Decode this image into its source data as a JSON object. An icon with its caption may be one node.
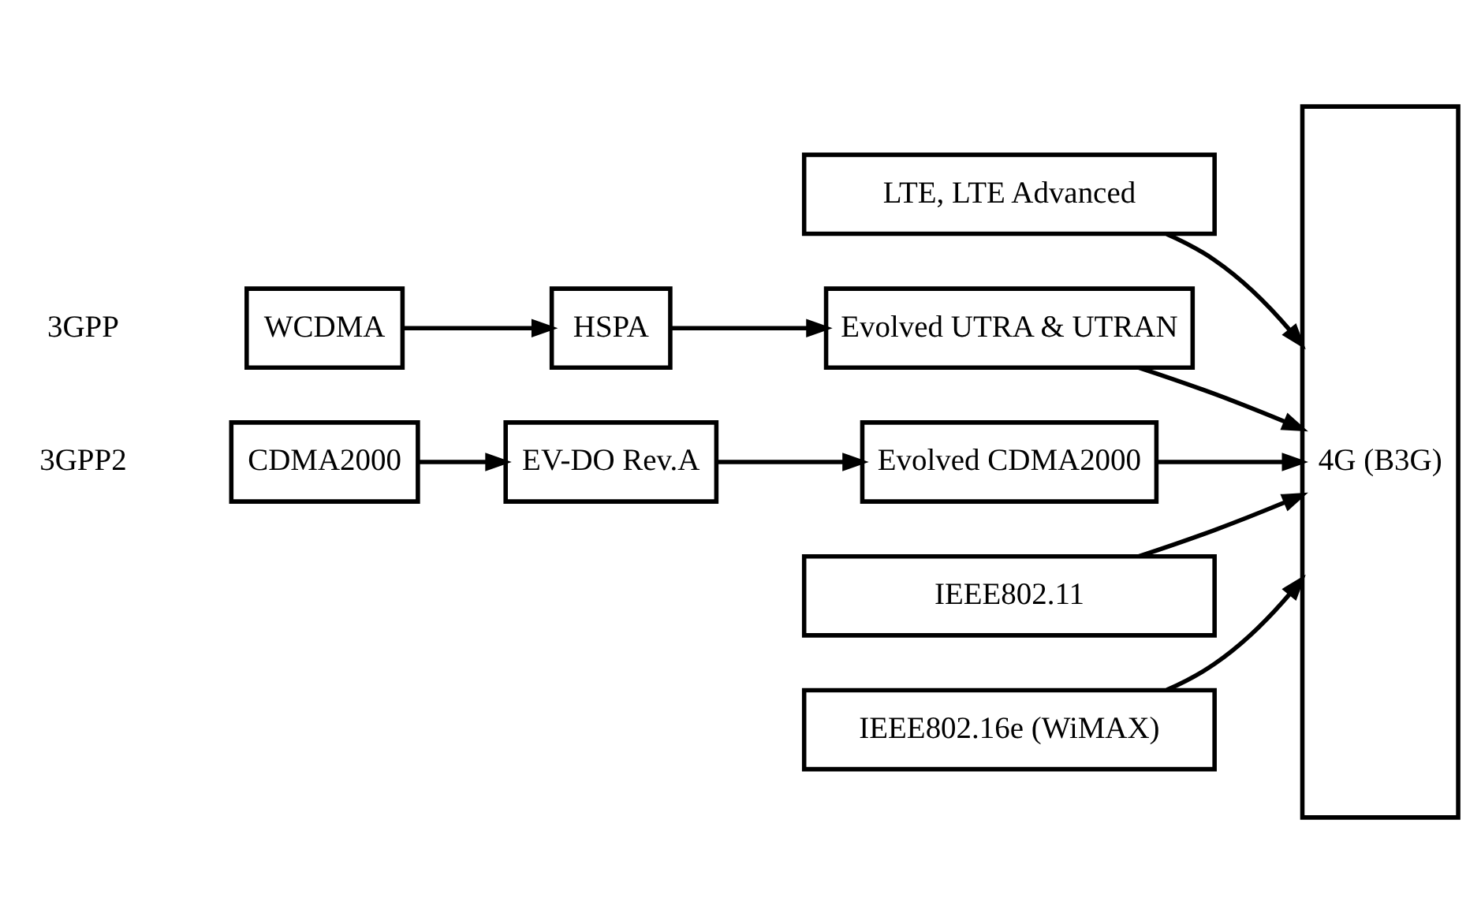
{
  "diagram": {
    "nodes": [
      {
        "text": [
          "LTE, LTE Advanced"
        ]
      },
      {
        "text": [
          "WCDMA"
        ]
      },
      {
        "text": [
          "HSPA"
        ]
      },
      {
        "text": [
          "Evolved UTRA & UTRAN"
        ]
      },
      {
        "text": [
          "CDMA2000"
        ]
      },
      {
        "text": [
          "EV-DO Rev.A"
        ]
      },
      {
        "text": [
          "Evolved CDMA2000"
        ]
      },
      {
        "text": [
          "IEEE802.11"
        ]
      },
      {
        "text": [
          "IEEE802.16e (WiMAX)"
        ]
      },
      {
        "text": [
          "4G (B3G)"
        ]
      }
    ],
    "edges": [
      {
        "from": 1,
        "to": 2,
        "arrow": "to"
      },
      {
        "from": 2,
        "to": 3,
        "arrow": "to"
      },
      {
        "from": 4,
        "to": 5,
        "arrow": "to"
      },
      {
        "from": 5,
        "to": 6,
        "arrow": "to"
      },
      {
        "from": 0,
        "to": 9,
        "arrow": "to"
      },
      {
        "from": 3,
        "to": 9,
        "arrow": "to"
      },
      {
        "from": 6,
        "to": 9,
        "arrow": "to"
      },
      {
        "from": 7,
        "to": 9,
        "arrow": "to"
      },
      {
        "from": 8,
        "to": 9,
        "arrow": "to"
      }
    ],
    "labels": [
      "3GPP",
      "3GPP2"
    ]
  }
}
